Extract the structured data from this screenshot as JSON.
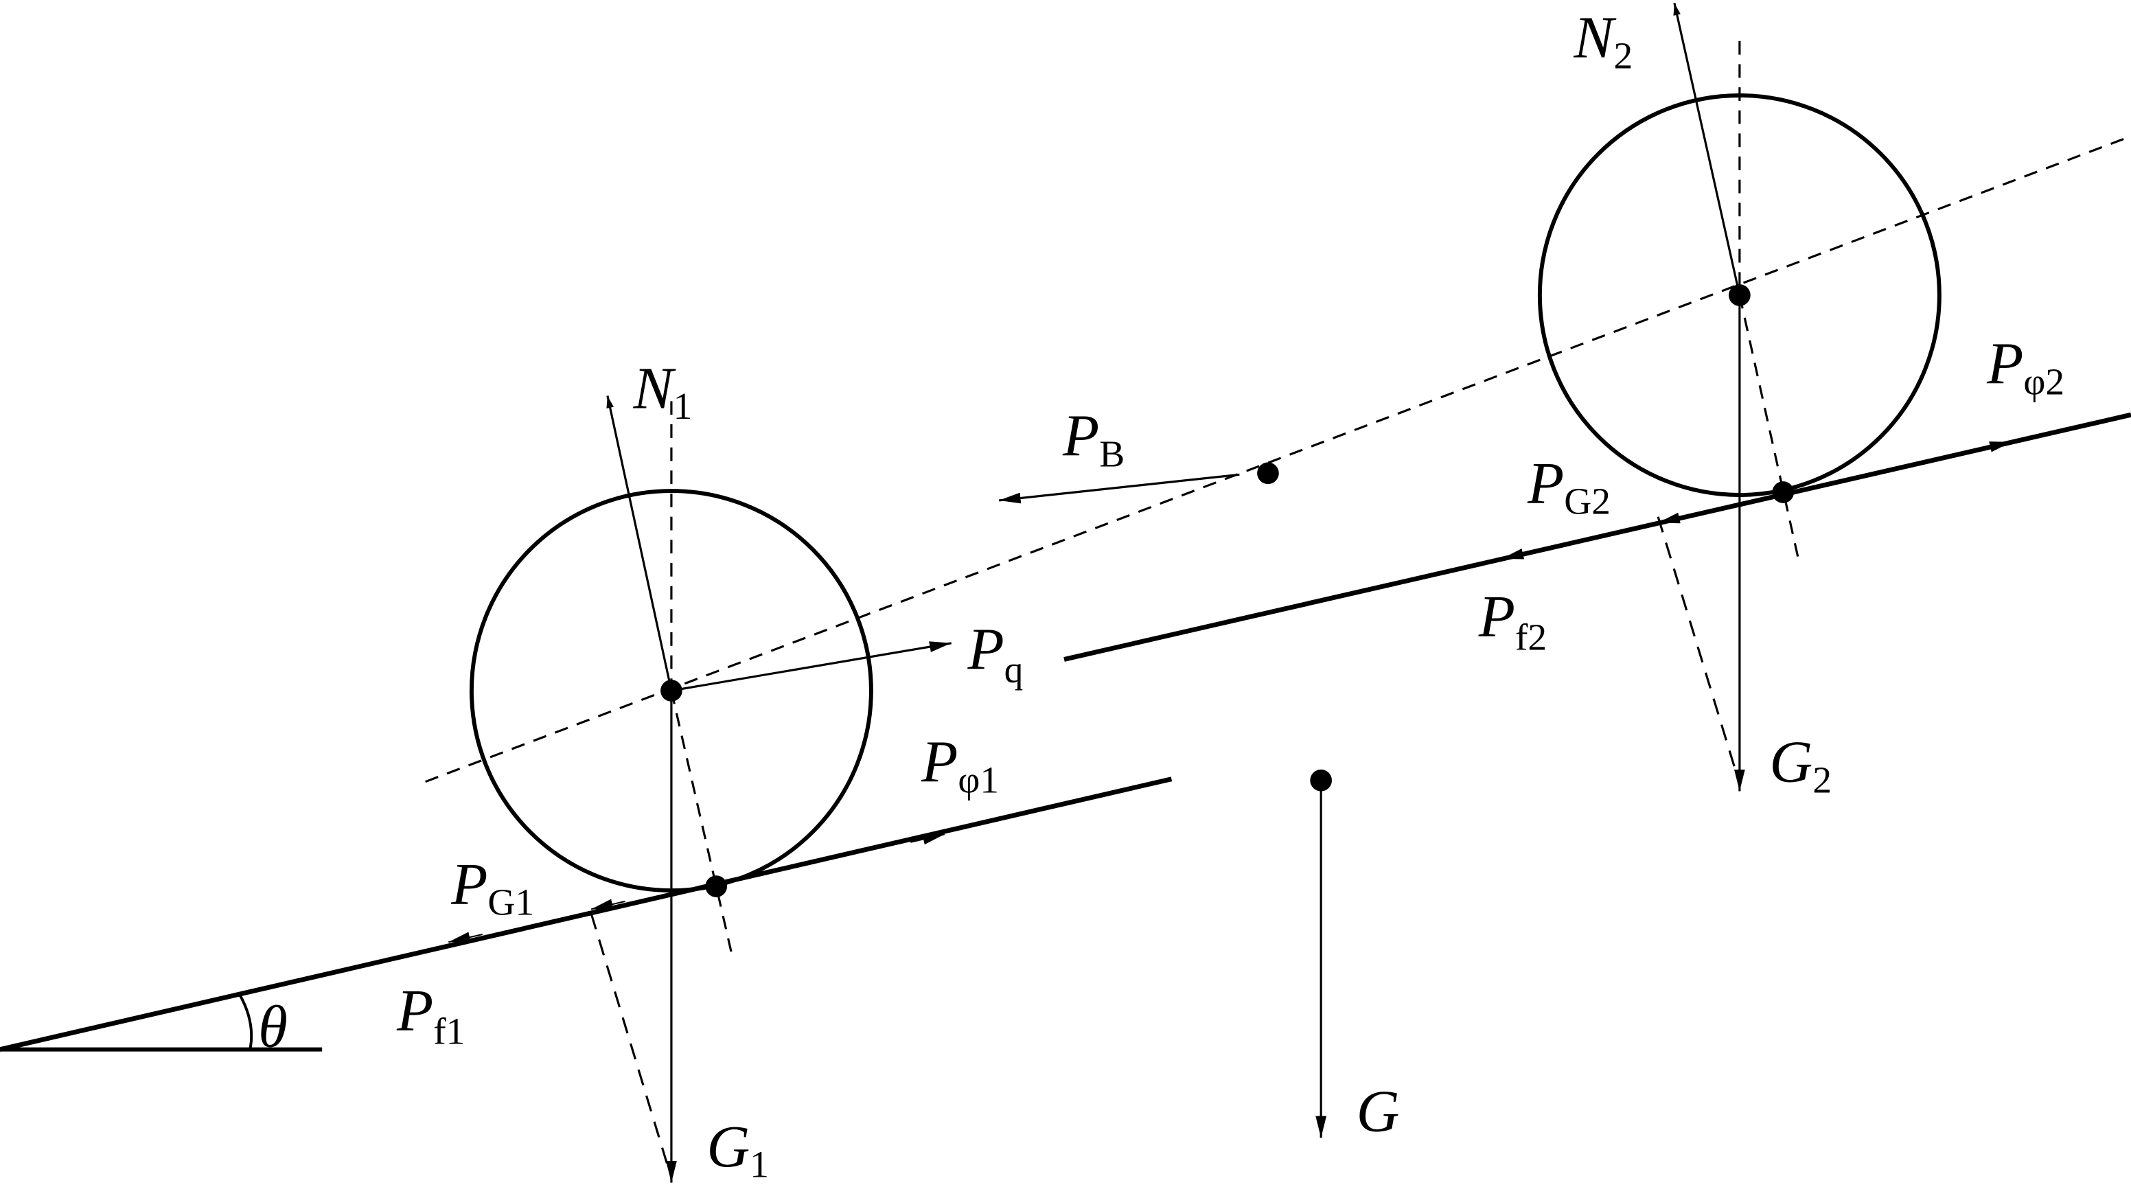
{
  "diagram": {
    "colors": {
      "stroke": "#000000",
      "background": "#ffffff"
    },
    "labels": {
      "N1": {
        "main": "N",
        "sub": "1"
      },
      "N2": {
        "main": "N",
        "sub": "2"
      },
      "G1": {
        "main": "G",
        "sub": "1"
      },
      "G2": {
        "main": "G",
        "sub": "2"
      },
      "G": {
        "main": "G"
      },
      "Pq": {
        "main": "P",
        "sub": "q"
      },
      "PB": {
        "main": "P",
        "sub": "B"
      },
      "Pphi1": {
        "main": "P",
        "sub": "φ1"
      },
      "Pphi2": {
        "main": "P",
        "sub": "φ2"
      },
      "PG1": {
        "main": "P",
        "sub": "G1"
      },
      "PG2": {
        "main": "P",
        "sub": "G2"
      },
      "Pf1": {
        "main": "P",
        "sub": "f1"
      },
      "Pf2": {
        "main": "P",
        "sub": "f2"
      },
      "theta": "θ"
    }
  }
}
